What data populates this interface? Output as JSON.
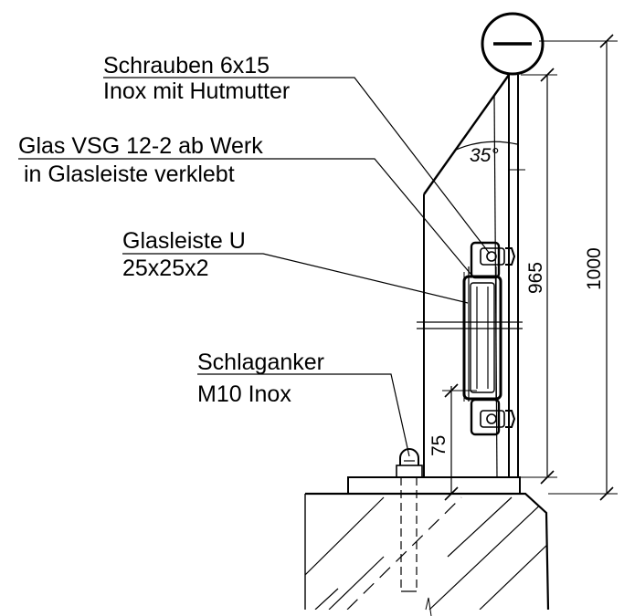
{
  "labels": {
    "screws_line1": "Schrauben 6x15",
    "screws_line2": "Inox mit Hutmutter",
    "glass_line1": "Glas VSG 12-2 ab Werk",
    "glass_line2": "in Glasleiste verklebt",
    "bead_line1": "Glasleiste U",
    "bead_line2": "25x25x2",
    "anchor_line1": "Schlaganker",
    "anchor_line2": "M10 Inox"
  },
  "dimensions": {
    "angle": "35°",
    "glass_height": "965",
    "total_height": "1000",
    "base_offset": "75"
  }
}
